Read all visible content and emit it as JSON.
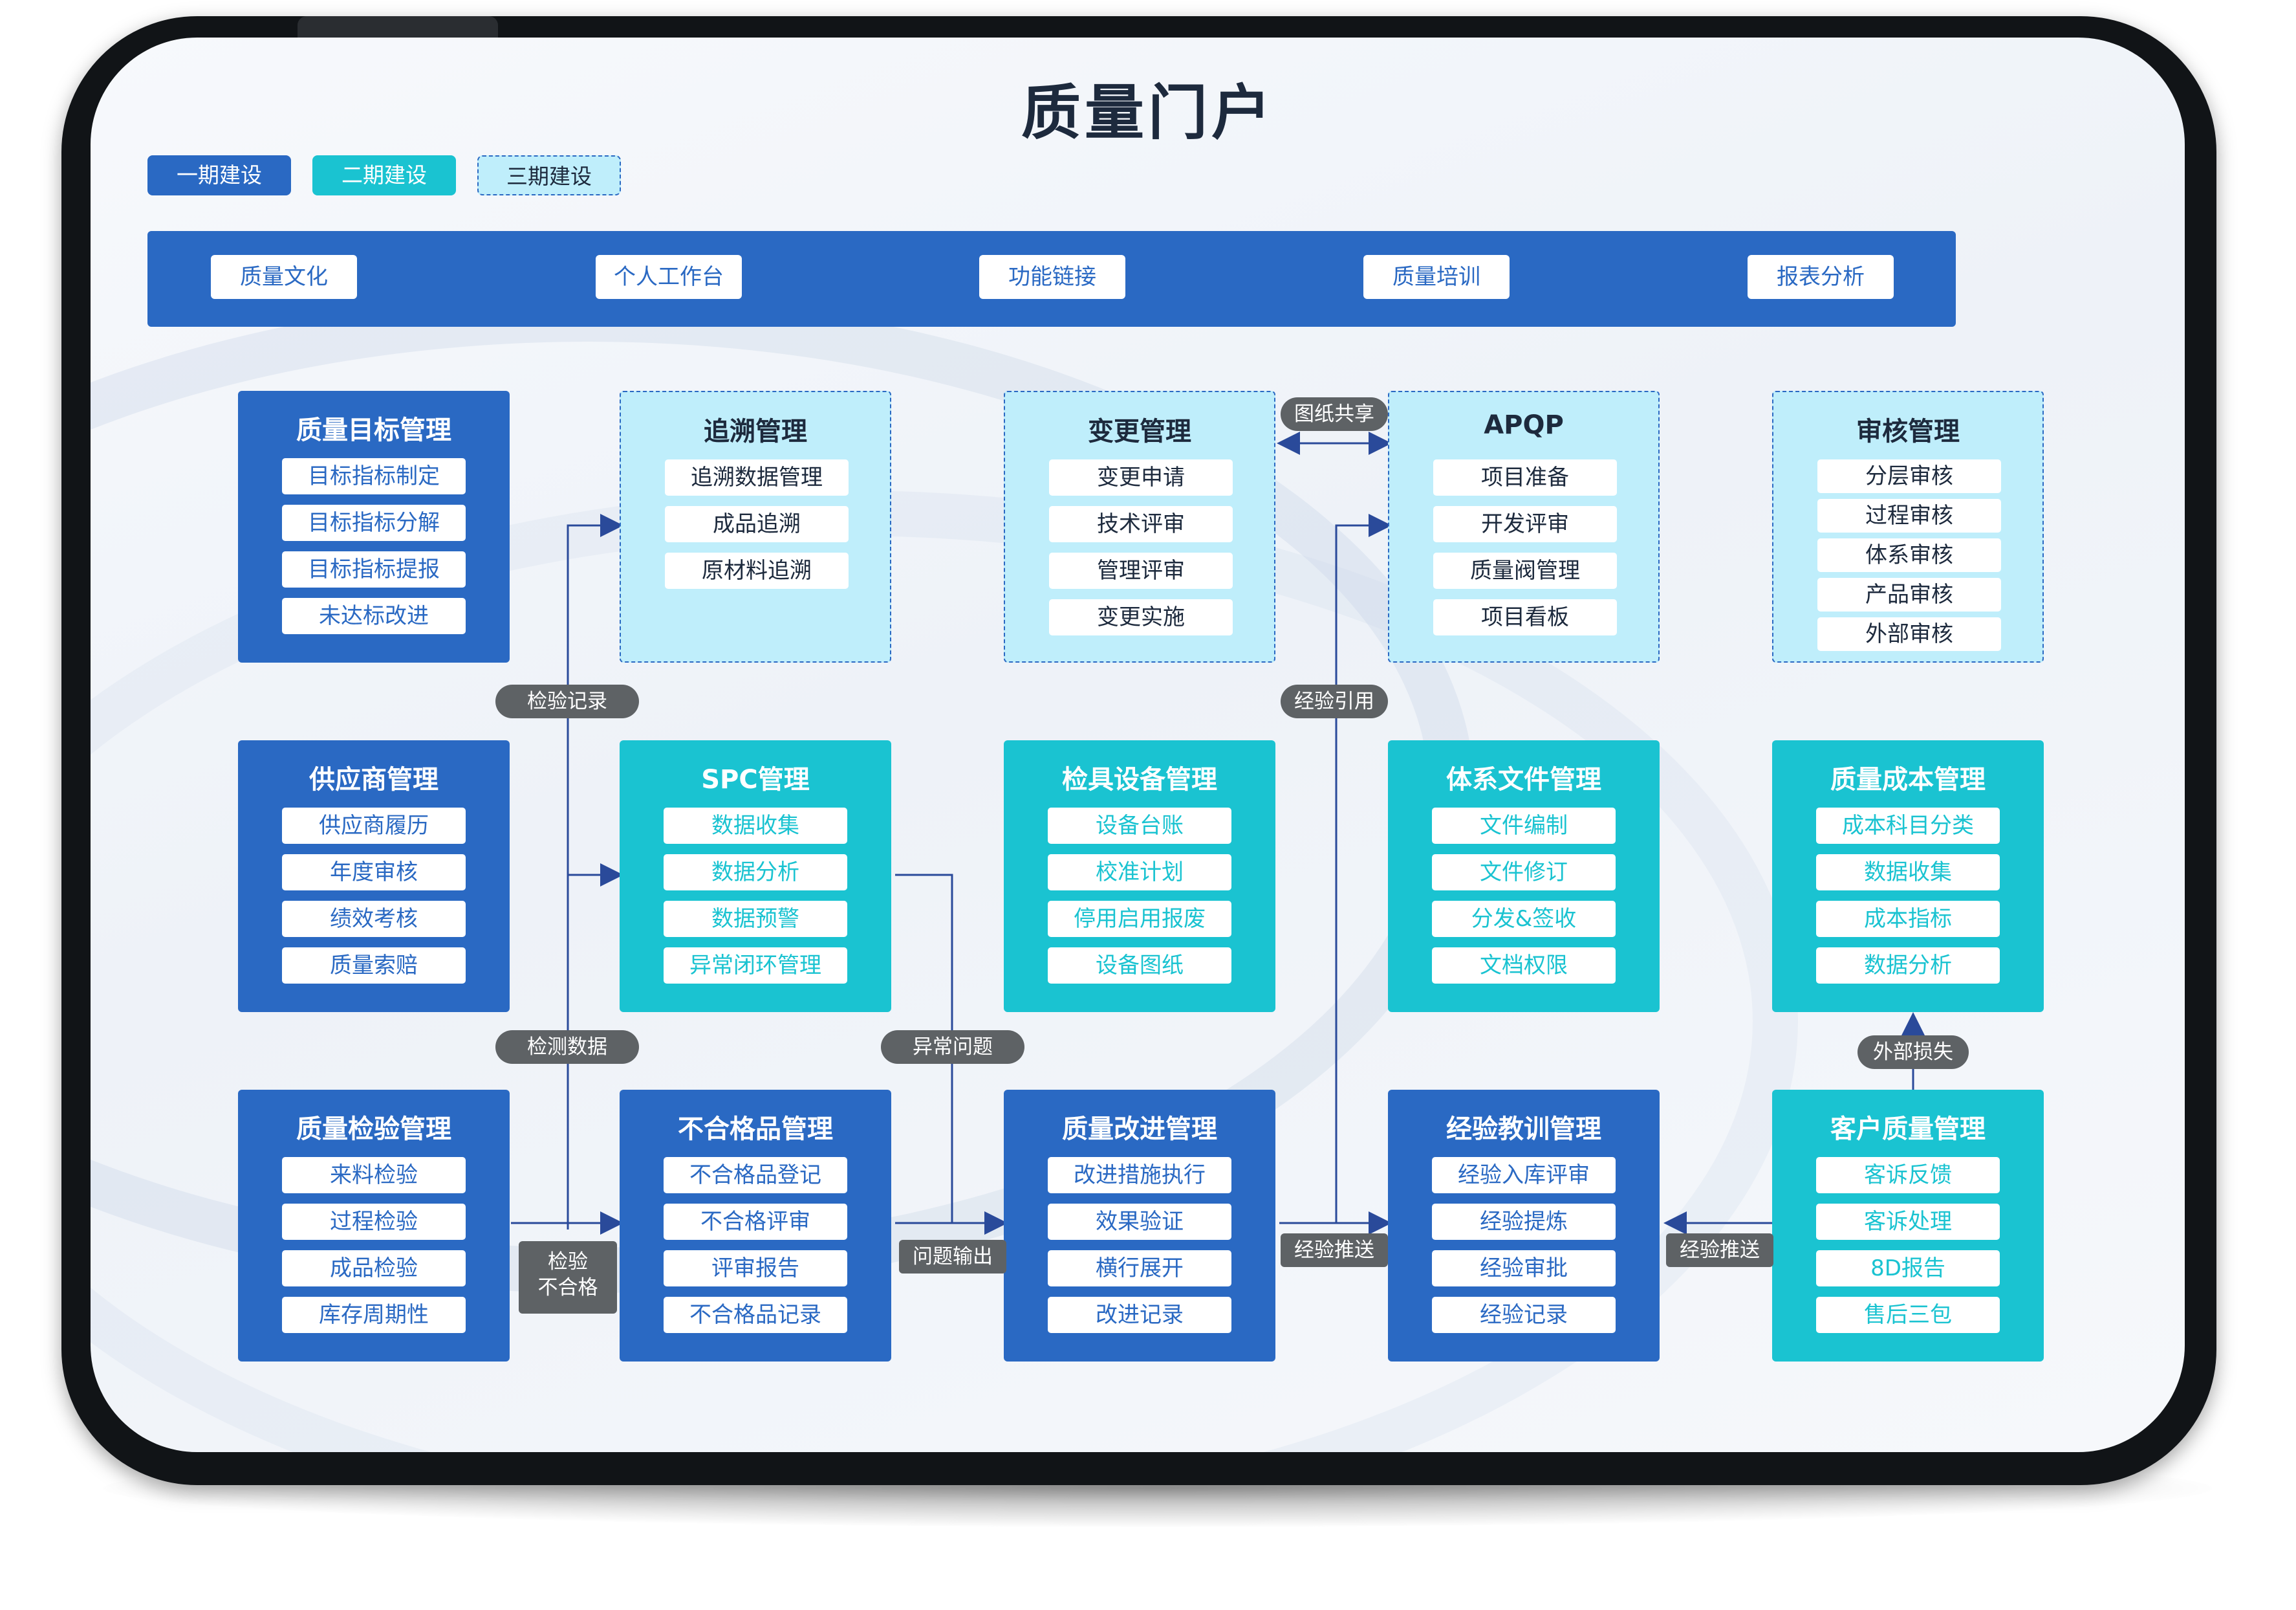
{
  "title": "质量门户",
  "legend": [
    "一期建设",
    "二期建设",
    "三期建设"
  ],
  "topbar": [
    "质量文化",
    "个人工作台",
    "功能链接",
    "质量培训",
    "报表分析"
  ],
  "modules": [
    {
      "title": "质量目标管理",
      "phase": 1,
      "items": [
        "目标指标制定",
        "目标指标分解",
        "目标指标提报",
        "未达标改进"
      ]
    },
    {
      "title": "追溯管理",
      "phase": 3,
      "items": [
        "追溯数据管理",
        "成品追溯",
        "原材料追溯"
      ]
    },
    {
      "title": "变更管理",
      "phase": 3,
      "items": [
        "变更申请",
        "技术评审",
        "管理评审",
        "变更实施"
      ]
    },
    {
      "title": "APQP",
      "phase": 3,
      "items": [
        "项目准备",
        "开发评审",
        "质量阀管理",
        "项目看板"
      ]
    },
    {
      "title": "审核管理",
      "phase": 3,
      "items": [
        "分层审核",
        "过程审核",
        "体系审核",
        "产品审核",
        "外部审核"
      ]
    },
    {
      "title": "供应商管理",
      "phase": 1,
      "items": [
        "供应商履历",
        "年度审核",
        "绩效考核",
        "质量索赔"
      ]
    },
    {
      "title": "SPC管理",
      "phase": 2,
      "items": [
        "数据收集",
        "数据分析",
        "数据预警",
        "异常闭环管理"
      ]
    },
    {
      "title": "检具设备管理",
      "phase": 2,
      "items": [
        "设备台账",
        "校准计划",
        "停用启用报废",
        "设备图纸"
      ]
    },
    {
      "title": "体系文件管理",
      "phase": 2,
      "items": [
        "文件编制",
        "文件修订",
        "分发&签收",
        "文档权限"
      ]
    },
    {
      "title": "质量成本管理",
      "phase": 2,
      "items": [
        "成本科目分类",
        "数据收集",
        "成本指标",
        "数据分析"
      ]
    },
    {
      "title": "质量检验管理",
      "phase": 1,
      "items": [
        "来料检验",
        "过程检验",
        "成品检验",
        "库存周期性"
      ]
    },
    {
      "title": "不合格品管理",
      "phase": 1,
      "items": [
        "不合格品登记",
        "不合格评审",
        "评审报告",
        "不合格品记录"
      ]
    },
    {
      "title": "质量改进管理",
      "phase": 1,
      "items": [
        "改进措施执行",
        "效果验证",
        "横行展开",
        "改进记录"
      ]
    },
    {
      "title": "经验教训管理",
      "phase": 1,
      "items": [
        "经验入库评审",
        "经验提炼",
        "经验审批",
        "经验记录"
      ]
    },
    {
      "title": "客户质量管理",
      "phase": 2,
      "items": [
        "客诉反馈",
        "客诉处理",
        "8D报告",
        "售后三包"
      ]
    }
  ],
  "flow_labels": {
    "drawing_share": "图纸共享",
    "inspection_record": "检验记录",
    "experience_ref": "经验引用",
    "inspection_data": "检测数据",
    "abnormal_issue": "异常问题",
    "external_loss": "外部损失",
    "inspection_fail": "检验\n不合格",
    "problem_output": "问题输出",
    "experience_push_1": "经验推送",
    "experience_push_2": "经验推送"
  },
  "colors": {
    "phase1": "#2a69c3",
    "phase2": "#1ac3d1",
    "phase3_fill": "#bfeefb",
    "arrow": "#2a4a9a",
    "label_bg": "#5e6265"
  }
}
